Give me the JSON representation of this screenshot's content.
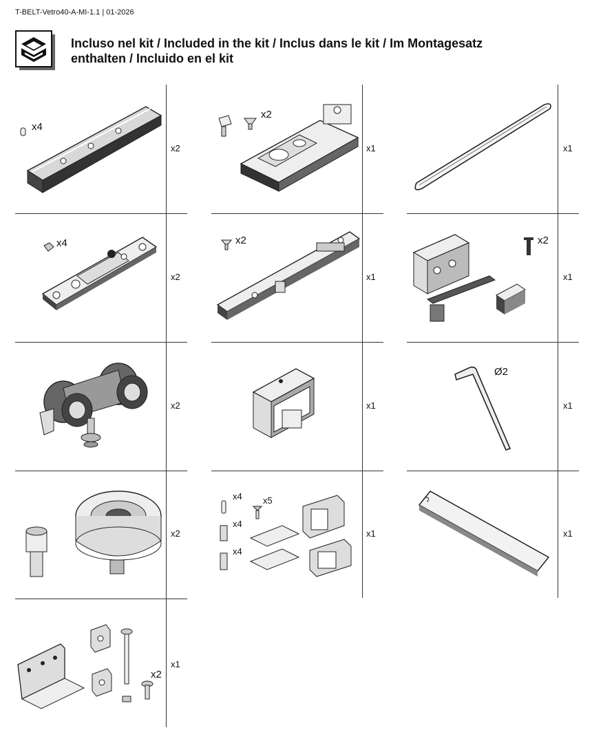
{
  "header": {
    "doc_id": "T-BELT-Vetro40-A-MI-1.1 | 01-2026",
    "title_line1": "Incluso nel kit / Included in the kit / Inclus dans le kit / Im Montagesatz",
    "title_line2": "enthalten / Incluido en el kit",
    "icon": "kit-box-icon"
  },
  "parts": [
    {
      "qty": "x2",
      "labels": [
        "x4"
      ]
    },
    {
      "qty": "x1",
      "labels": [
        "x2"
      ]
    },
    {
      "qty": "x1",
      "labels": []
    },
    {
      "qty": "x2",
      "labels": [
        "x4"
      ]
    },
    {
      "qty": "x1",
      "labels": [
        "x2"
      ]
    },
    {
      "qty": "x1",
      "labels": [
        "x2"
      ]
    },
    {
      "qty": "x2",
      "labels": []
    },
    {
      "qty": "x1",
      "labels": []
    },
    {
      "qty": "x1",
      "labels": [
        "Ø2"
      ]
    },
    {
      "qty": "x2",
      "labels": []
    },
    {
      "qty": "x1",
      "labels": [
        "x4",
        "x5",
        "x4",
        "x4"
      ]
    },
    {
      "qty": "x1",
      "labels": []
    },
    {
      "qty": "x1",
      "labels": [
        "x2"
      ]
    }
  ]
}
